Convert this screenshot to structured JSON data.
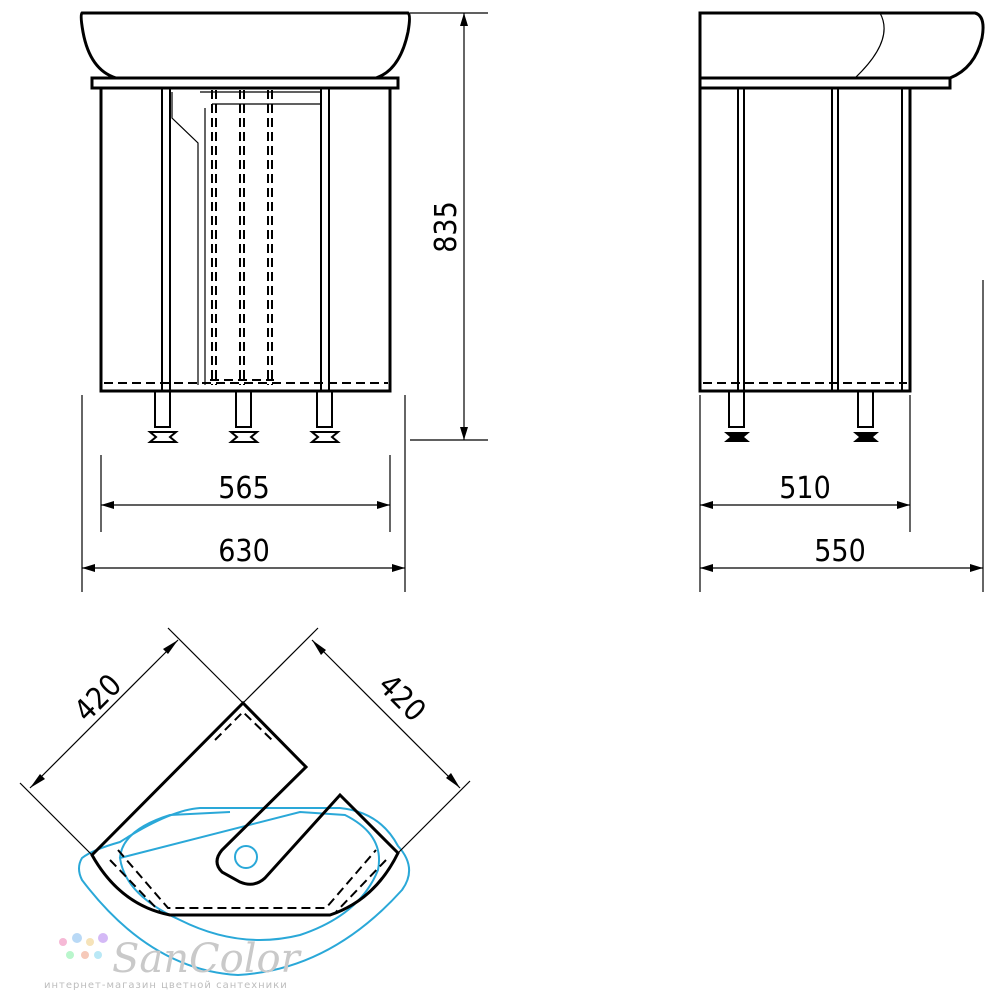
{
  "front_view": {
    "height_label": "835",
    "inner_width_label": "565",
    "outer_width_label": "630"
  },
  "side_view": {
    "inner_depth_label": "510",
    "outer_depth_label": "550"
  },
  "top_view": {
    "side_a_label": "420",
    "side_b_label": "420"
  },
  "watermark": {
    "brand": "SanColor",
    "tagline": "интернет-магазин цветной сантехники"
  },
  "colors": {
    "line": "#000000",
    "basin_outline": "#2aa8d8",
    "helper_gray": "#b0b0b0",
    "watermark_gray": "#c9c9c9"
  }
}
